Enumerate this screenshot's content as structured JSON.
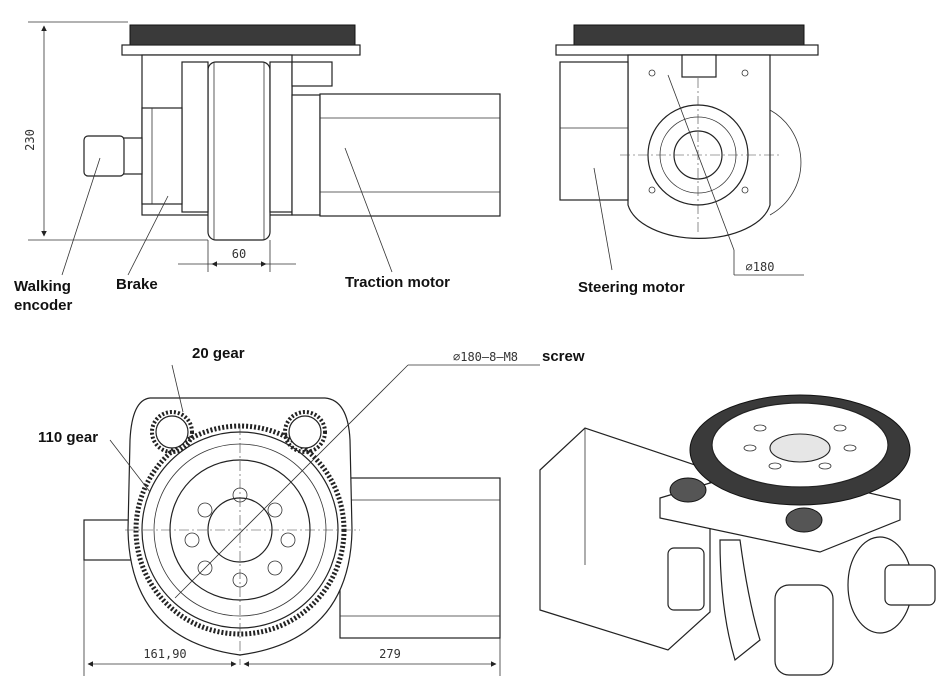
{
  "labels": {
    "walking_encoder_line1": "Walking",
    "walking_encoder_line2": "encoder",
    "brake": "Brake",
    "traction_motor": "Traction motor",
    "steering_motor": "Steering motor",
    "gear_20": "20 gear",
    "gear_110": "110 gear",
    "screw_spec": "∅180—8—M8",
    "screw_word": "screw"
  },
  "dimensions": {
    "height": "230",
    "wheel_width": "60",
    "diameter": "∅180",
    "left_offset": "161,90",
    "motor_length": "279"
  }
}
